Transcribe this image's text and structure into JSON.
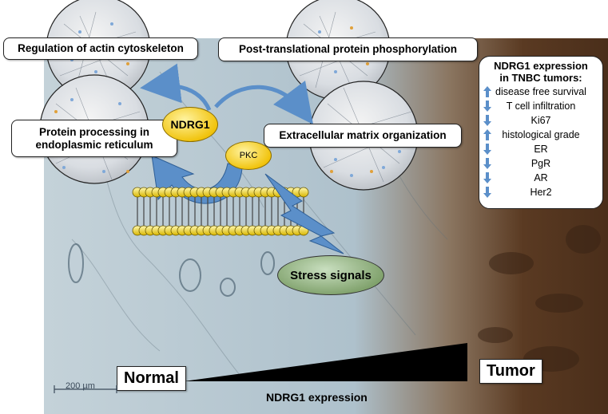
{
  "boxes": {
    "actin": "Regulation of actin cytoskeleton",
    "ptp": "Post-translational protein phosphorylation",
    "protein_line1": "Protein processing in",
    "protein_line2": "endoplasmic reticulum",
    "ecm": "Extracellular matrix organization"
  },
  "molecules": {
    "ndrg1": "NDRG1",
    "pkc": "PKC",
    "stress": "Stress signals"
  },
  "panel": {
    "title_line1": "NDRG1 expression",
    "title_line2": "in TNBC tumors:",
    "items": [
      {
        "label": "disease free survival",
        "direction": "up"
      },
      {
        "label": "T cell infiltration",
        "direction": "down"
      },
      {
        "label": "Ki67",
        "direction": "down"
      },
      {
        "label": "histological grade",
        "direction": "up"
      },
      {
        "label": "ER",
        "direction": "down"
      },
      {
        "label": "PgR",
        "direction": "down"
      },
      {
        "label": "AR",
        "direction": "down"
      },
      {
        "label": "Her2",
        "direction": "down"
      }
    ]
  },
  "gradient": {
    "left_label": "Normal",
    "right_label": "Tumor",
    "caption": "NDRG1 expression"
  },
  "scale": {
    "label": "200 µm"
  },
  "colors": {
    "arrow_blue": "#5b8fc9",
    "ndrg1_yellow": "#f1c40f",
    "stress_green": "#7ea06a",
    "tissue_bg": "#b9c9d2",
    "tumor_brown": "#5a3a22"
  }
}
